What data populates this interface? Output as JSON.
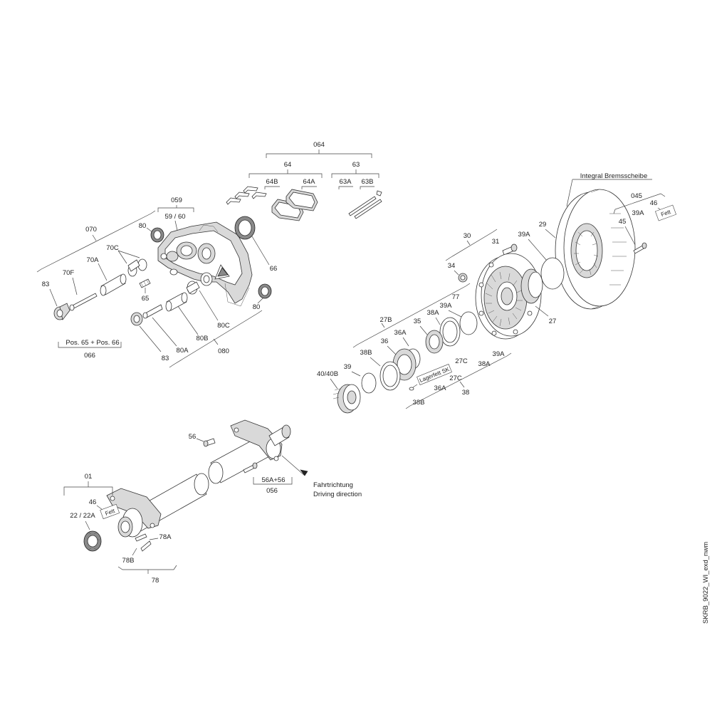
{
  "drawing_id": "SKRB_9022_WI_exd_nwm",
  "labels": {
    "g064": "064",
    "g64": "64",
    "g63": "63",
    "l64B": "64B",
    "l64A": "64A",
    "l63A": "63A",
    "l63B": "63B",
    "g059": "059",
    "l5960": "59 / 60",
    "l80top": "80",
    "l66": "66",
    "l80r": "80",
    "g070": "070",
    "l70C": "70C",
    "l70A": "70A",
    "l70F": "70F",
    "l83a": "83",
    "l65": "65",
    "l80C": "80C",
    "l80B": "80B",
    "l80A": "80A",
    "l83b": "83",
    "l080": "080",
    "pos6566": "Pos. 65 + Pos. 66",
    "l066": "066",
    "integral": "Integral Bremsscheibe",
    "l045": "045",
    "l46a": "46",
    "l39Aa": "39A",
    "fett1": "Fett",
    "l45": "45",
    "l29": "29",
    "l39Ab": "39A",
    "l30": "30",
    "l31": "31",
    "l34": "34",
    "l27": "27",
    "l77": "77",
    "l39Ac": "39A",
    "l27B": "27B",
    "l38Aa": "38A",
    "l35": "35",
    "l36Aa": "36A",
    "l36": "36",
    "l38Ba": "38B",
    "l39": "39",
    "l4040B": "40/40B",
    "lagerfett": "Lagerfett SK",
    "l27Ca": "27C",
    "l39Ad": "39A",
    "l38Ab": "38A",
    "l27Cb": "27C",
    "l36Ab": "36A",
    "l38Bb": "38B",
    "l38": "38",
    "l56": "56",
    "l56A56": "56A+56",
    "l056": "056",
    "fahr": "Fahrtrichtung",
    "driving": "Driving direction",
    "l01": "01",
    "l46b": "46",
    "fett2": "Fett",
    "l2222A": "22 / 22A",
    "l78A": "78A",
    "l78B": "78B",
    "l78": "78"
  }
}
